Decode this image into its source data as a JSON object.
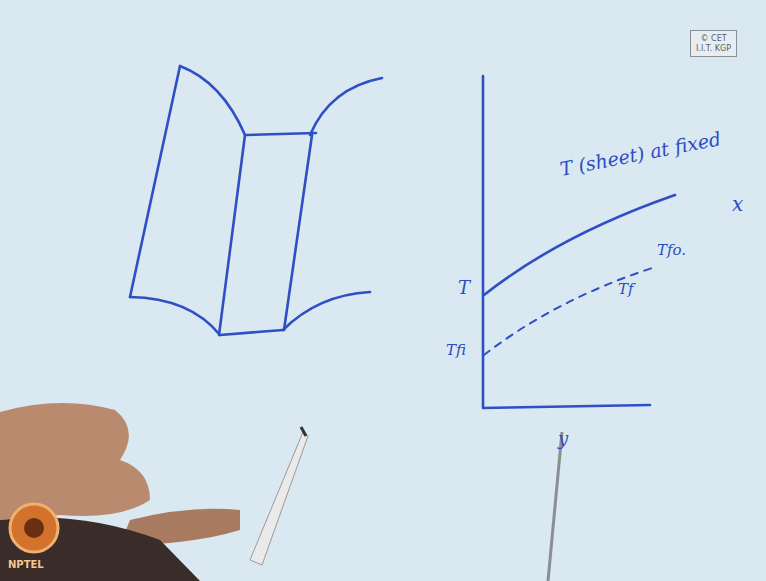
{
  "diagram": {
    "nodes": [
      {
        "text": [
          "© CET",
          "I.I.T. KGP"
        ]
      }
    ],
    "labels": [
      "T (sheet) at fixed",
      "x",
      "T",
      "Tfi",
      "Tf",
      "Tfo.",
      "y",
      "NPTEL"
    ]
  }
}
